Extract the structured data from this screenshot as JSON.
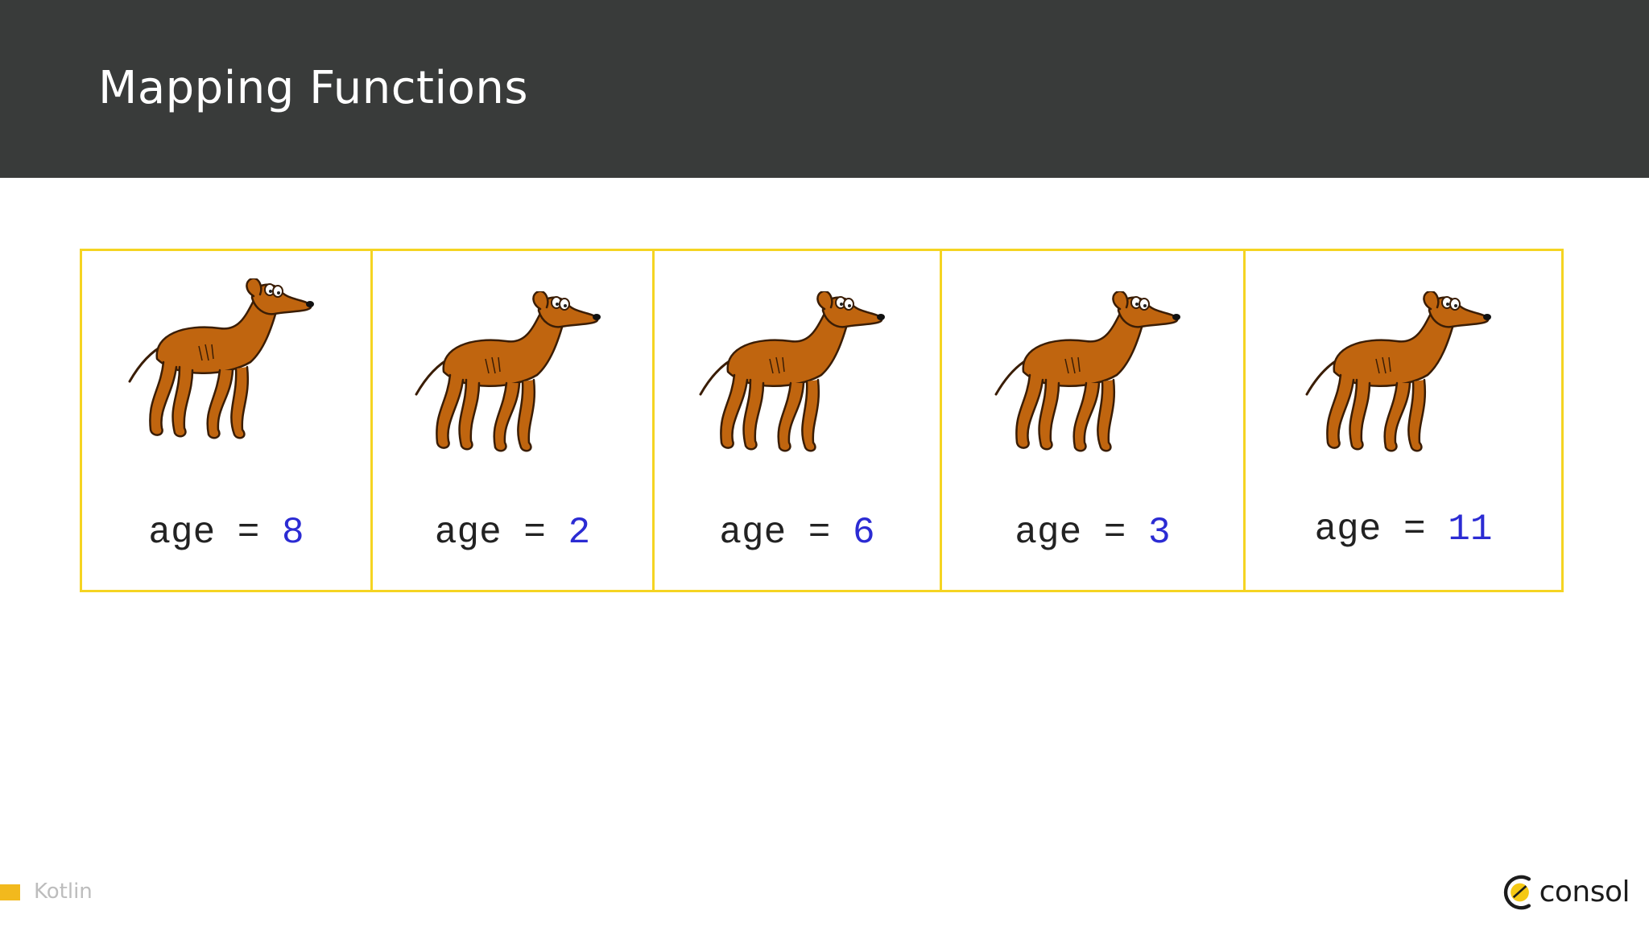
{
  "slide": {
    "title": "Mapping Functions",
    "footer_label": "Kotlin",
    "logo_text": "consol"
  },
  "cards": [
    {
      "label": "age",
      "operator": "=",
      "value": "8",
      "image": "dog-illustration"
    },
    {
      "label": "age",
      "operator": "=",
      "value": "2",
      "image": "dog-illustration"
    },
    {
      "label": "age",
      "operator": "=",
      "value": "6",
      "image": "dog-illustration"
    },
    {
      "label": "age",
      "operator": "=",
      "value": "3",
      "image": "dog-illustration"
    },
    {
      "label": "age",
      "operator": "=",
      "value": "11",
      "image": "dog-illustration"
    }
  ],
  "colors": {
    "title_bar": "#393b3a",
    "card_border": "#f5d422",
    "value_text": "#2b2bd3",
    "footer_accent": "#f2b91d",
    "dog_body": "#c0650f"
  }
}
